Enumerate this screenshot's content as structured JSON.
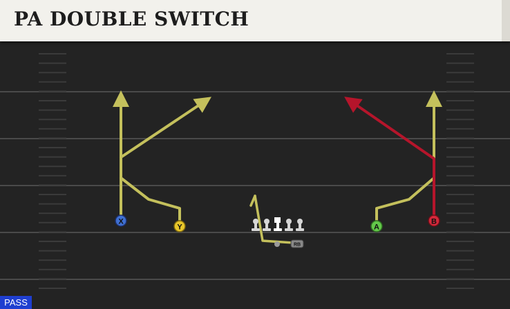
{
  "play": {
    "name": "PA DOUBLE SWITCH",
    "type": "PASS"
  },
  "colors": {
    "route_yellow": "#c4c05c",
    "route_red": "#b5152b",
    "field": "#232323",
    "yard_line": "#4a4a4a",
    "hash": "#3b3b3b"
  },
  "players": [
    {
      "id": "X",
      "label": "X",
      "color": "#3f6fd1",
      "icon": "x-receiver-icon"
    },
    {
      "id": "Y",
      "label": "Y",
      "color": "#e8c62a",
      "icon": "y-receiver-icon"
    },
    {
      "id": "A",
      "label": "A",
      "color": "#63c94a",
      "icon": "a-receiver-icon"
    },
    {
      "id": "B",
      "label": "B",
      "color": "#d3283a",
      "icon": "b-receiver-icon"
    },
    {
      "id": "RB",
      "label": "RB",
      "color": "#888888",
      "icon": "running-back-icon"
    }
  ]
}
